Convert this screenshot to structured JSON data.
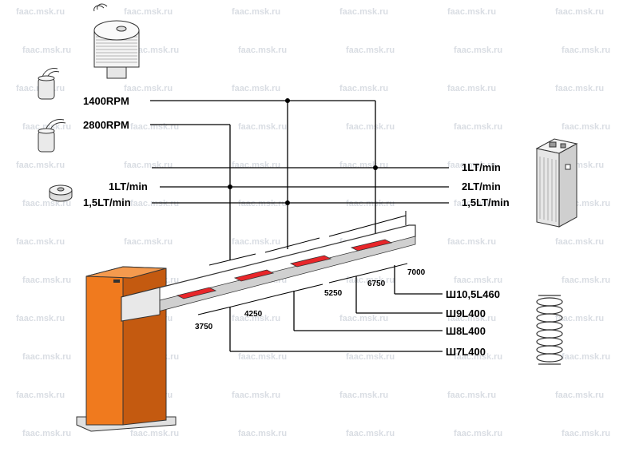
{
  "watermark": "faac.msk.ru",
  "colors": {
    "cabinet": "#f07a1e",
    "cabinet_dark": "#c45a10",
    "stripe": "#e8262a"
  },
  "labels": {
    "rpm_1400": "1400RPM",
    "rpm_2800": "2800RPM",
    "flow_left_1": "1LT/min",
    "flow_left_15": "1,5LT/min",
    "flow_right_1": "1LT/min",
    "flow_right_2": "2LT/min",
    "flow_right_15": "1,5LT/min"
  },
  "springs": {
    "s10": "Ш10,5L460",
    "s9": "Ш9L400",
    "s8": "Ш8L400",
    "s7": "Ш7L400"
  },
  "dimensions": {
    "d3750": "3750",
    "d4250": "4250",
    "d5250": "5250",
    "d6750": "6750",
    "d7000": "7000"
  }
}
